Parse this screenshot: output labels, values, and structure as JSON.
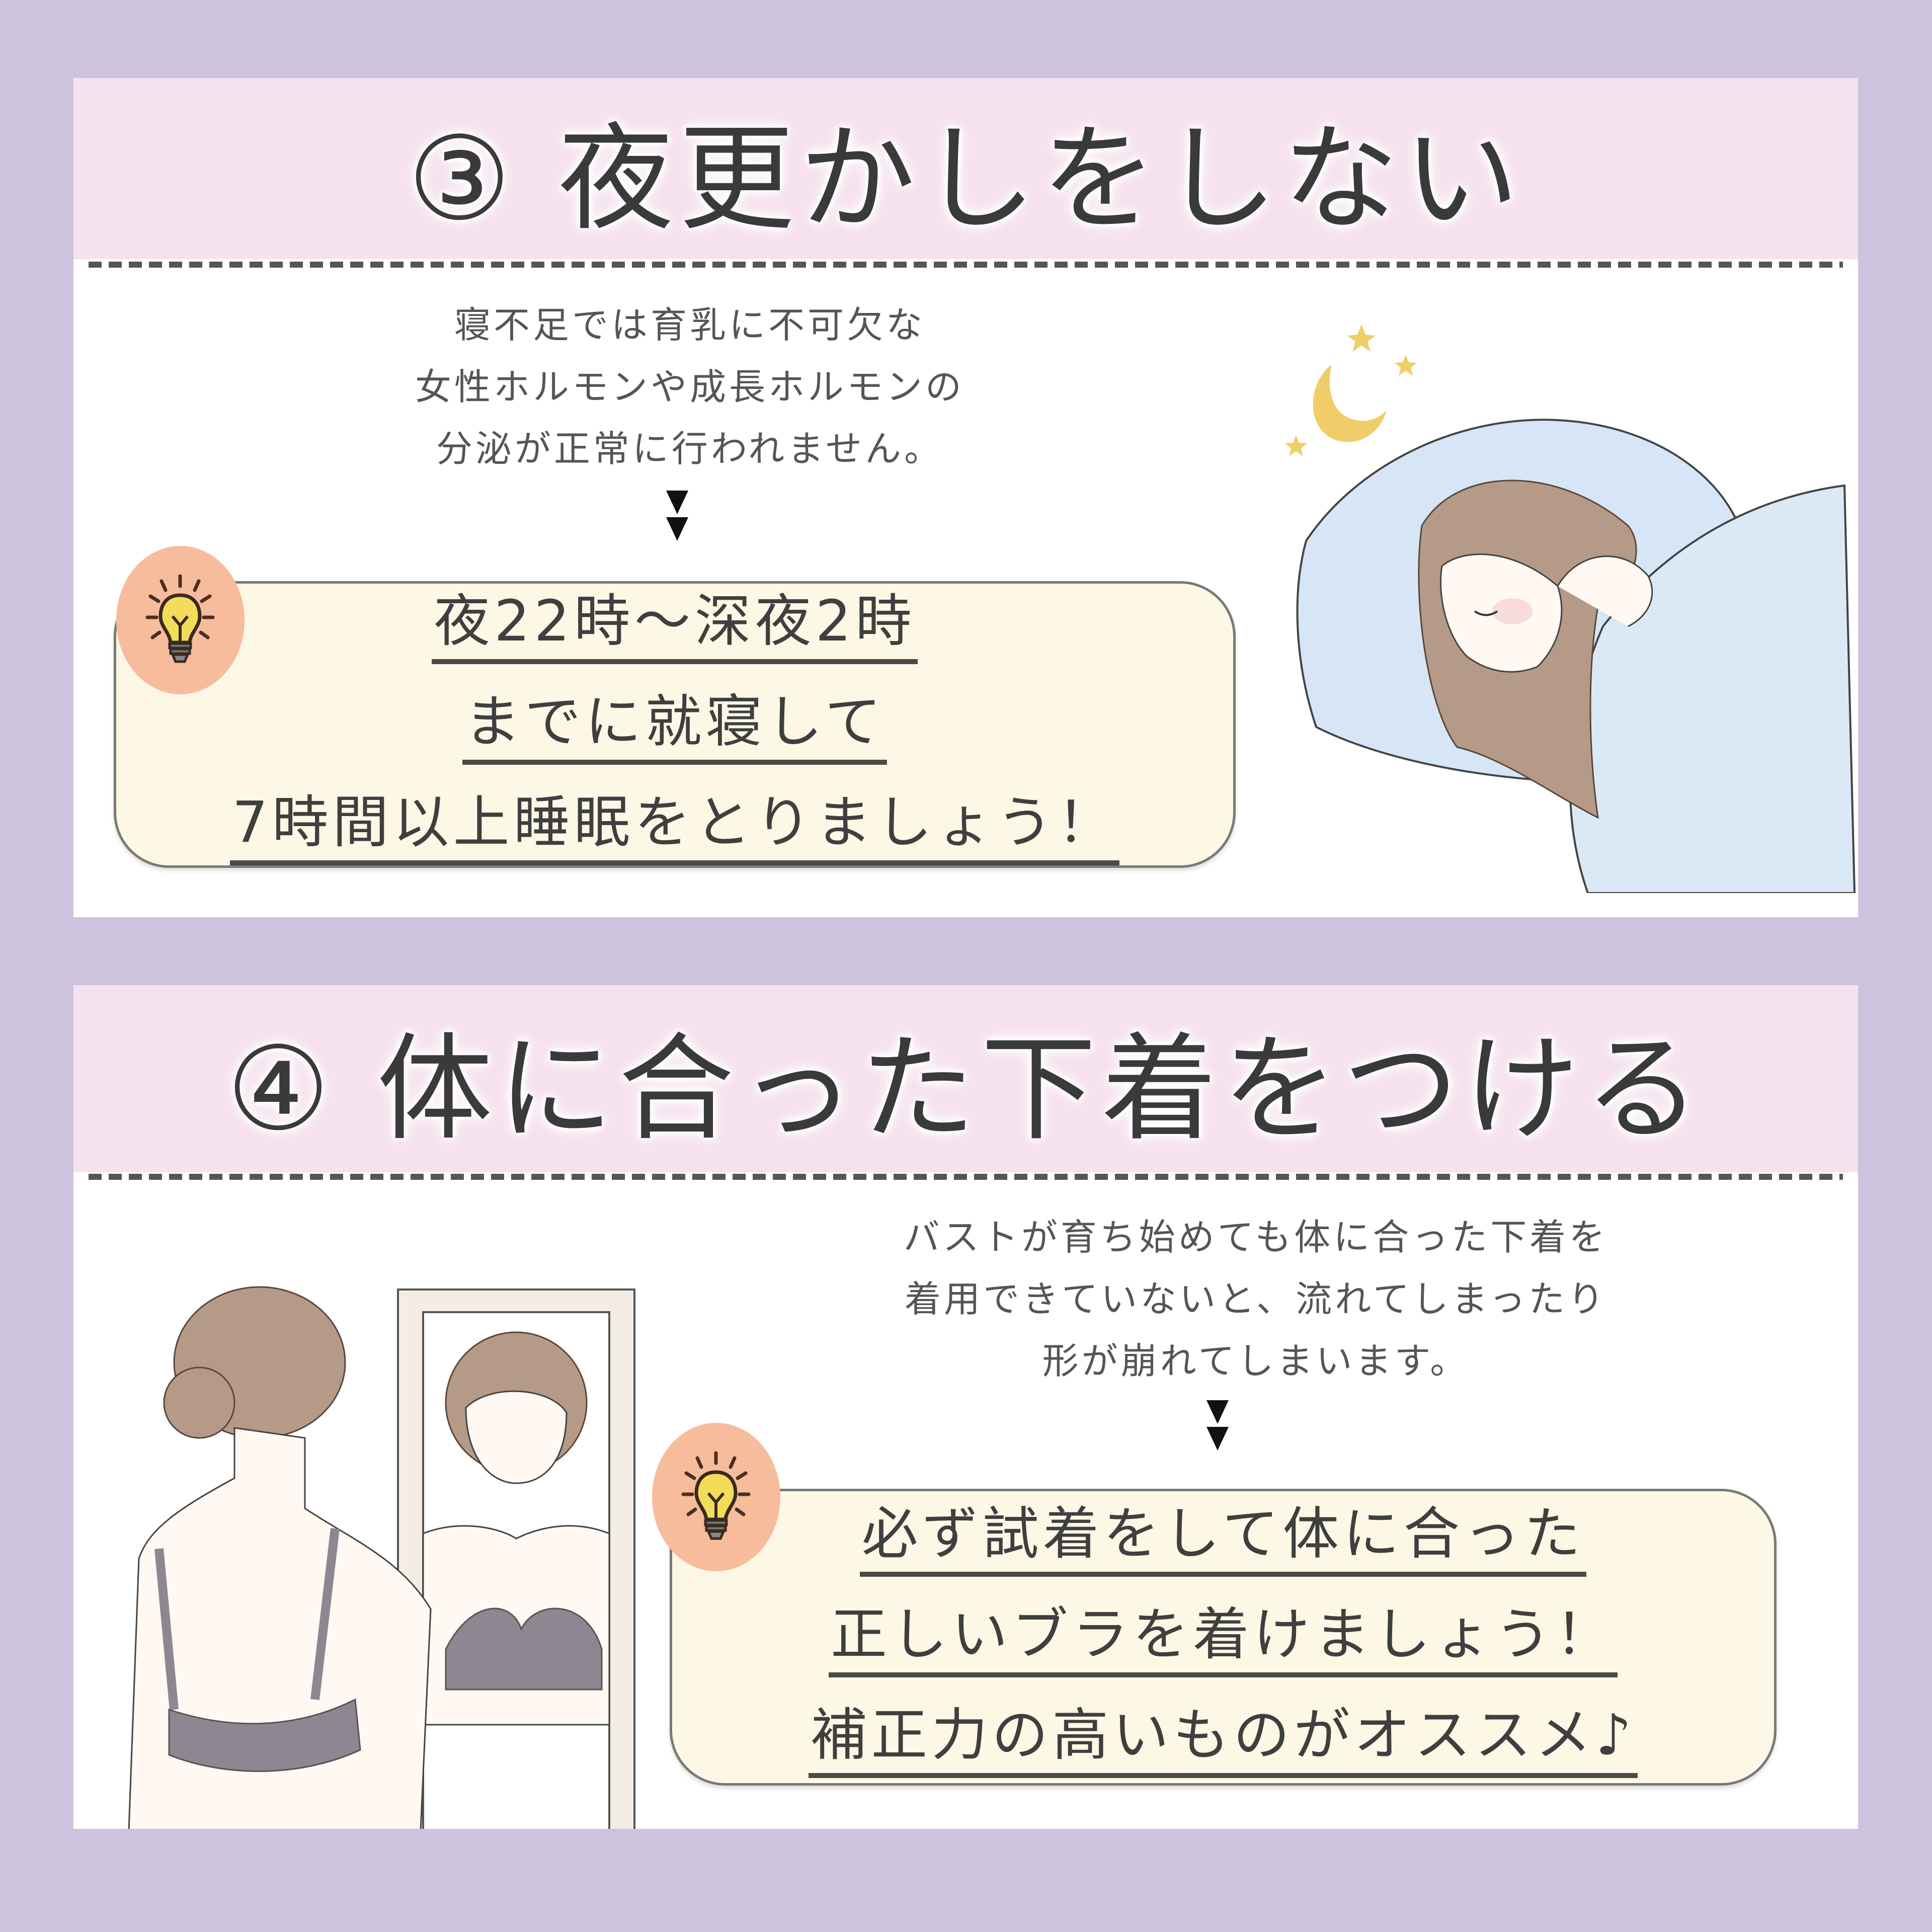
{
  "sections": [
    {
      "number": "③",
      "title": "夜更かしをしない",
      "description_lines": [
        "寝不足では育乳に不可欠な",
        "女性ホルモンや成長ホルモンの",
        "分泌が正常に行われません。"
      ],
      "tip_icon": "lightbulb-icon",
      "tip_lines": [
        "夜22時〜深夜2時",
        "までに就寝して",
        "7時間以上睡眠をとりましょう！"
      ],
      "illustration": "sleeping-woman-illustration"
    },
    {
      "number": "④",
      "title": "体に合った下着をつける",
      "description_lines": [
        "バストが育ち始めても体に合った下着を",
        "着用できていないと、流れてしまったり",
        "形が崩れてしまいます。"
      ],
      "tip_icon": "lightbulb-icon",
      "tip_lines": [
        "必ず試着をして体に合った",
        "正しいブラを着けましょう！",
        "補正力の高いものがオススメ♪"
      ],
      "illustration": "woman-mirror-bra-illustration"
    }
  ],
  "colors": {
    "background": "#cdc3dc",
    "title_band": "#f6e2ef",
    "tip_box": "#fdf7e6",
    "bulb_badge": "#f7bc9b",
    "bulb": "#f3dc5a",
    "text": "#444444"
  }
}
